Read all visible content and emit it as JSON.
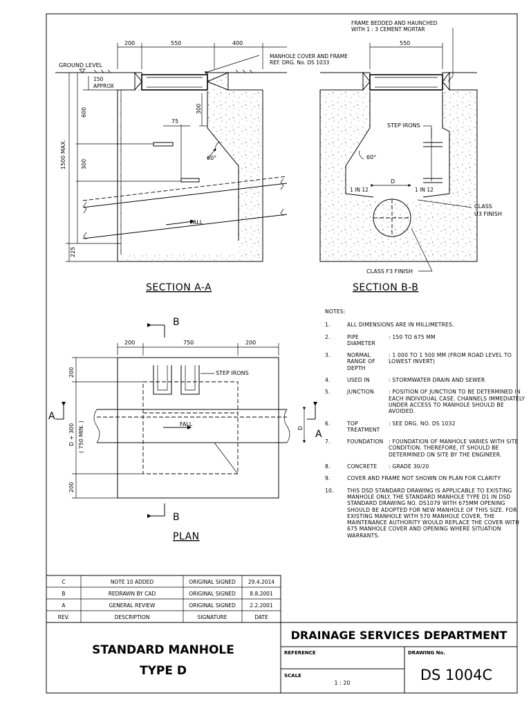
{
  "sections": {
    "a": {
      "title": "SECTION   A-A",
      "dims": {
        "d200": "200",
        "d550": "550",
        "d400": "400",
        "d600": "600",
        "d300": "300",
        "d1500": "1500 MAX.",
        "d225": "225",
        "d300b": "300",
        "d75": "75",
        "d150": "150",
        "approx": "APPROX"
      },
      "ground_level": "GROUND LEVEL",
      "angle": "60°",
      "fall": "FALL",
      "cover_note_1": "MANHOLE COVER AND FRAME",
      "cover_note_2": "REF. DRG. No. DS 1033"
    },
    "b": {
      "title": "SECTION   B-B",
      "frame_note_1": "FRAME BEDDED AND HAUNCHED",
      "frame_note_2": "WITH 1 : 3 CEMENT MORTAR",
      "dim550": "550",
      "step_irons": "STEP IRONS",
      "angle": "60°",
      "d": "D",
      "slope_left": "1 IN 12",
      "slope_right": "1 IN 12",
      "class_u3_1": "CLASS",
      "class_u3_2": "U3 FINISH",
      "class_f3": "CLASS F3 FINISH"
    }
  },
  "plan": {
    "title": "PLAN",
    "b_top": "B",
    "b_bottom": "B",
    "a_left": "A",
    "a_right": "A",
    "dims": {
      "d200l": "200",
      "d750": "750",
      "d200r": "200",
      "v200t": "200",
      "vd300": "D + 300",
      "v750min": "( 750 MIN. )",
      "v200b": "200",
      "d": "D"
    },
    "step_irons": "STEP IRONS",
    "fall": "FALL"
  },
  "notes": {
    "header": "NOTES:",
    "items": [
      {
        "num": "1.",
        "full": "ALL DIMENSIONS ARE IN MILLIMETRES."
      },
      {
        "num": "2.",
        "label": "PIPE DIAMETER",
        "value": ": 150  TO  675  mm"
      },
      {
        "num": "3.",
        "label": "NORMAL RANGE OF DEPTH",
        "value": ": 1 000  TO  1 500  mm  (FROM ROAD LEVEL TO LOWEST INVERT)"
      },
      {
        "num": "4.",
        "label": "USED IN",
        "value": ": STORMWATER DRAIN AND SEWER"
      },
      {
        "num": "5.",
        "label": "JUNCTION",
        "value": ": POSITION OF JUNCTION TO BE DETERMINED IN EACH INDIVIDUAL CASE. CHANNELS IMMEDIATELY UNDER ACCESS TO MANHOLE SHOULD BE AVOIDED."
      },
      {
        "num": "6.",
        "label": "TOP TREATMENT",
        "value": ": SEE DRG. No. DS 1032"
      },
      {
        "num": "7.",
        "label": "FOUNDATION",
        "value": ": FOUNDATION OF MANHOLE VARIES WITH SITE CONDITION. THEREFORE, IT SHOULD BE DETERMINED ON SITE BY THE ENGINEER."
      },
      {
        "num": "8.",
        "label": "CONCRETE",
        "value": ": GRADE 30/20"
      },
      {
        "num": "9.",
        "full": "COVER AND FRAME NOT SHOWN ON PLAN FOR CLARITY"
      },
      {
        "num": "10.",
        "full": "THIS DSD STANDARD DRAWING IS APPLICABLE TO EXISTING MANHOLE ONLY. THE STANDARD MANHOLE TYPE D1 IN DSD STANDARD DRAWING NO. DS1079 WITH 675mm OPENING SHOULD BE ADOPTED FOR NEW MANHOLE OF THIS SIZE. FOR EXISTING MANHOLE WITH 570 MANHOLE COVER, THE MAINTENANCE AUTHORITY WOULD REPLACE THE COVER WITH 675 MANHOLE COVER AND OPENING WHERE SITUATION WARRANTS."
      }
    ]
  },
  "revisions": {
    "headers": {
      "rev": "REV.",
      "desc": "DESCRIPTION",
      "sig": "SIGNATURE",
      "date": "DATE"
    },
    "rows": [
      {
        "rev": "C",
        "desc": "NOTE 10 ADDED",
        "sig": "ORIGINAL SIGNED",
        "date": "29.4.2014"
      },
      {
        "rev": "B",
        "desc": "REDRAWN BY CAD",
        "sig": "ORIGINAL SIGNED",
        "date": "8.8.2001"
      },
      {
        "rev": "A",
        "desc": "GENERAL REVIEW",
        "sig": "ORIGINAL SIGNED",
        "date": "2.2.2001"
      }
    ]
  },
  "title_block": {
    "title_line1": "STANDARD MANHOLE",
    "title_line2": "TYPE D",
    "department": "DRAINAGE SERVICES DEPARTMENT",
    "reference_label": "REFERENCE",
    "drawing_no_label": "DRAWING No.",
    "scale_label": "SCALE",
    "scale_value": "1 : 20",
    "drawing_no": "DS  1004C"
  }
}
